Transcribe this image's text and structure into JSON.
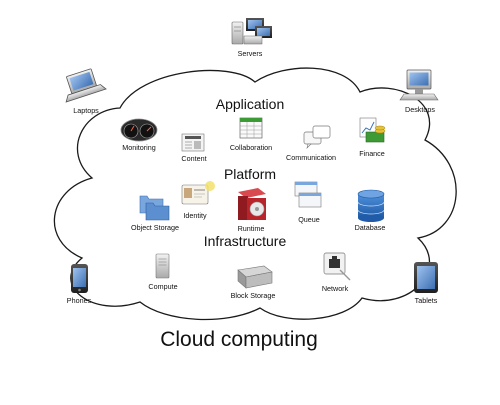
{
  "title": "Cloud computing",
  "sections": {
    "application": "Application",
    "platform": "Platform",
    "infrastructure": "Infrastructure"
  },
  "devices": {
    "servers": "Servers",
    "laptops": "Laptops",
    "desktops": "Desktops",
    "phones": "Phones",
    "tablets": "Tablets"
  },
  "application_items": {
    "monitoring": "Monitoring",
    "content": "Content",
    "collaboration": "Collaboration",
    "communication": "Communication",
    "finance": "Finance"
  },
  "platform_items": {
    "object_storage": "Object Storage",
    "identity": "Identity",
    "runtime": "Runtime",
    "queue": "Queue",
    "database": "Database"
  },
  "infrastructure_items": {
    "compute": "Compute",
    "block_storage": "Block Storage",
    "network": "Network"
  },
  "icons": {
    "servers": "servers-icon",
    "laptops": "laptop-icon",
    "desktops": "desktop-icon",
    "phones": "phone-icon",
    "tablets": "tablet-icon",
    "monitoring": "gauge-icon",
    "content": "newspaper-icon",
    "collaboration": "spreadsheet-icon",
    "communication": "speech-bubbles-icon",
    "finance": "money-chart-icon",
    "object_storage": "folder-icon",
    "identity": "id-card-icon",
    "runtime": "installer-box-icon",
    "queue": "window-stack-icon",
    "database": "database-cylinder-icon",
    "compute": "server-tower-icon",
    "block_storage": "hard-drive-icon",
    "network": "network-jack-icon"
  },
  "colors": {
    "cloud_stroke": "#1a1a1a",
    "background": "#ffffff",
    "database_blue": "#2f6db5",
    "folder_blue": "#5b8fd0",
    "runtime_red": "#b8242a",
    "finance_green": "#3e9a35"
  }
}
